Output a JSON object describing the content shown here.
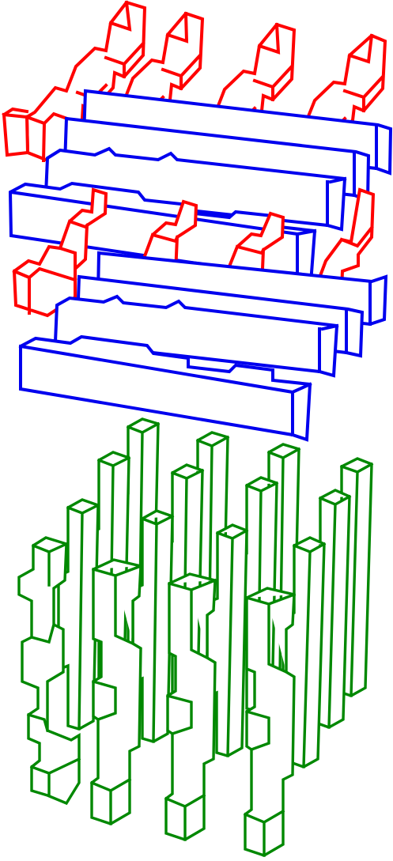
{
  "figure": {
    "kind": "exploded isometric view of interlocking puzzle pieces",
    "colors": {
      "upper_layer_a": "#ff0000",
      "upper_layer_b": "#0000ee",
      "lower_block": "#008800",
      "background": "#ffffff"
    },
    "groups": [
      {
        "name": "red-combs-top",
        "color_key": "upper_layer_a",
        "piece_count": 4
      },
      {
        "name": "blue-bars-top",
        "color_key": "upper_layer_b",
        "piece_count": 4
      },
      {
        "name": "red-combs-middle",
        "color_key": "upper_layer_a",
        "piece_count": 4
      },
      {
        "name": "blue-bars-middle",
        "color_key": "upper_layer_b",
        "piece_count": 4
      },
      {
        "name": "green-column-block",
        "color_key": "lower_block",
        "piece_count": 16
      }
    ]
  }
}
